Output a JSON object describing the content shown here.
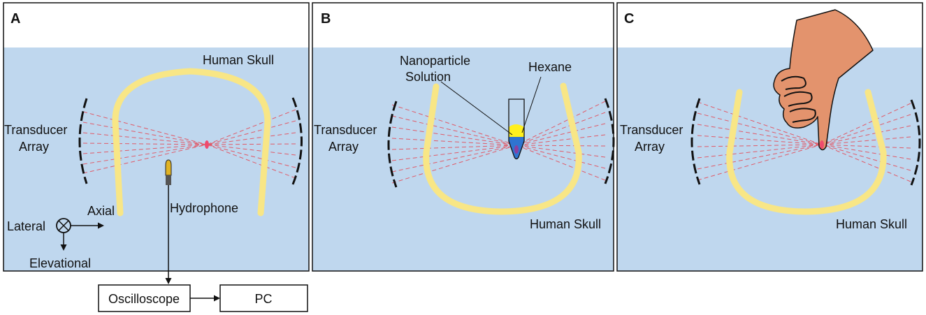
{
  "colors": {
    "water": "#bfd7ee",
    "skull": "#f8e686",
    "beam": "#e05a68",
    "focus": "#ee4b6e",
    "hand": "#e3936d",
    "hydrophone_tip": "#e0b324",
    "hydrophone_body": "#555555",
    "hexane": "#fff01e",
    "nanoparticle": "#2f74d0",
    "tube_tip": "#8a3fa0",
    "outline": "#111111"
  },
  "icons": {
    "transducer": "transducer-array-arc",
    "hydrophone": "hydrophone-probe",
    "hand": "hand-pointing-icon",
    "axis_out_of_plane": "circled-x-icon"
  },
  "panels": {
    "a": {
      "letter": "A",
      "skull_label": "Human Skull",
      "transducer_label_1": "Transducer",
      "transducer_label_2": "Array",
      "hydrophone_label": "Hydrophone",
      "axes": {
        "lateral": "Lateral",
        "axial": "Axial",
        "elevational": "Elevational"
      },
      "instruments": {
        "oscilloscope": "Oscilloscope",
        "pc": "PC"
      }
    },
    "b": {
      "letter": "B",
      "nanoparticle_label_1": "Nanoparticle",
      "nanoparticle_label_2": "Solution",
      "hexane_label": "Hexane",
      "transducer_label_1": "Transducer",
      "transducer_label_2": "Array",
      "skull_label": "Human Skull"
    },
    "c": {
      "letter": "C",
      "transducer_label_1": "Transducer",
      "transducer_label_2": "Array",
      "skull_label": "Human Skull"
    }
  }
}
